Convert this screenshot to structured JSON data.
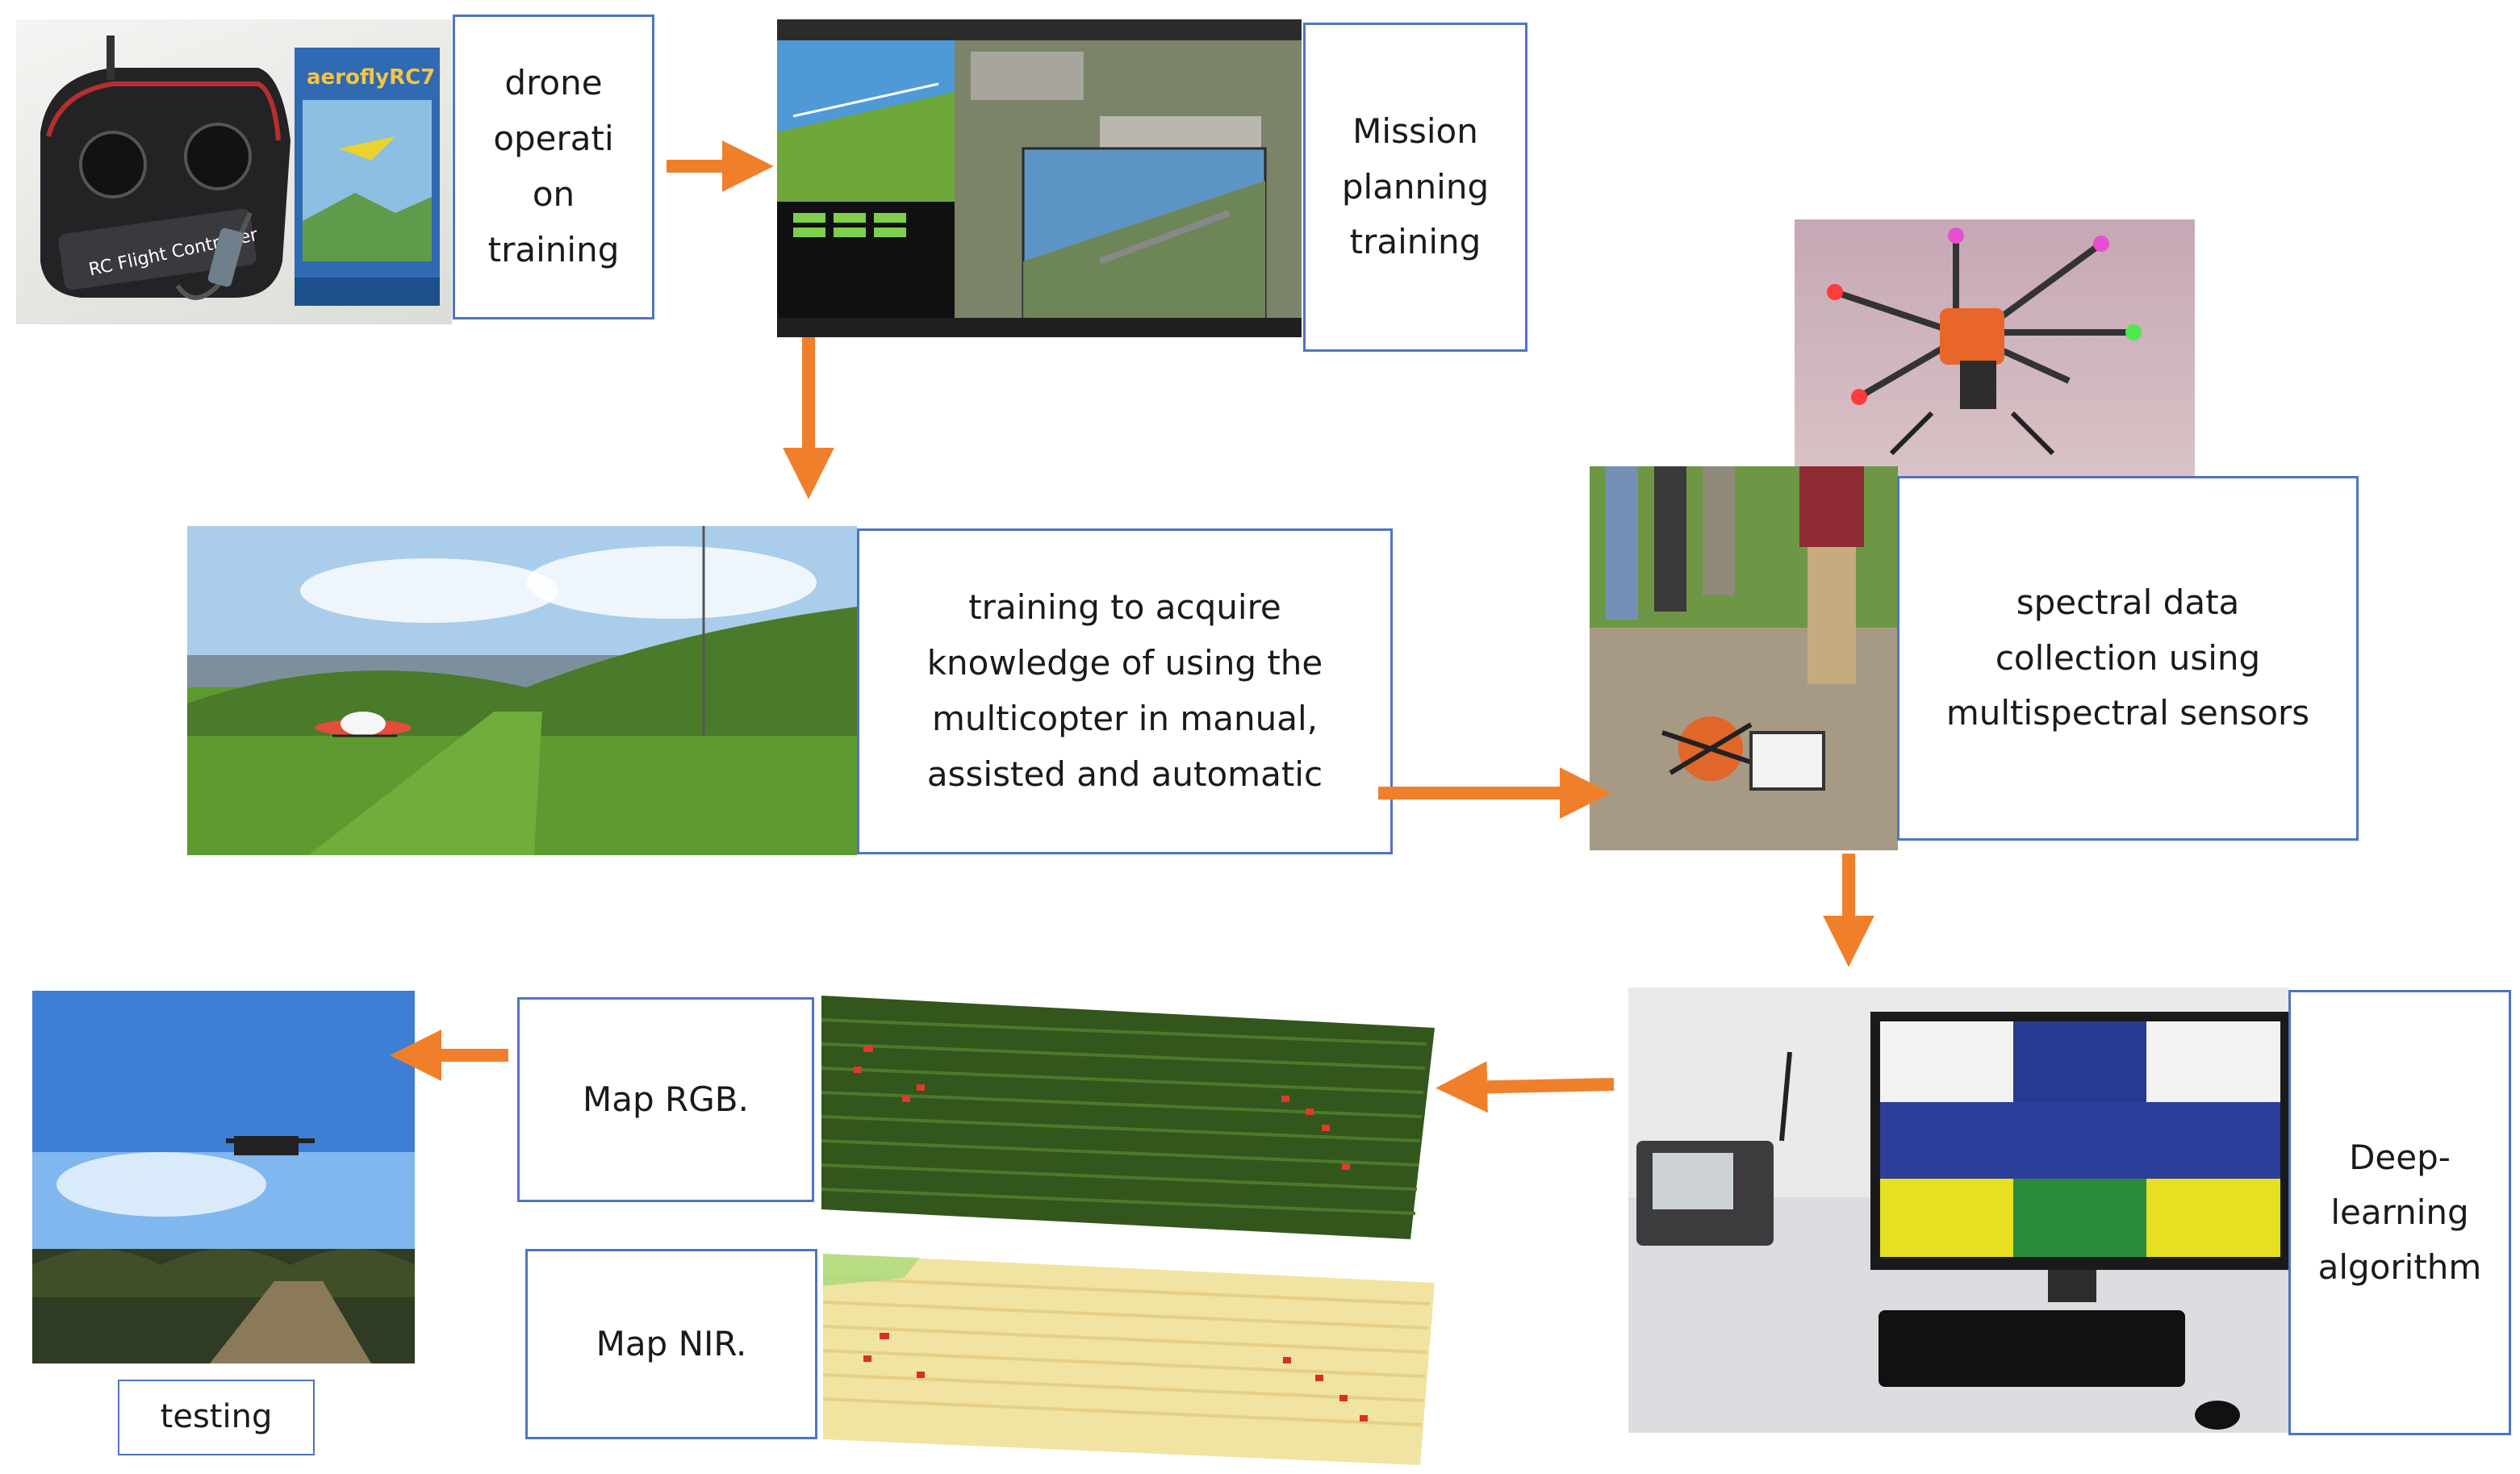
{
  "stages": {
    "drone_operation": {
      "label": "drone\noperati\non\ntraining"
    },
    "mission_planning": {
      "label": "Mission\nplanning\ntraining"
    },
    "multicopter_training": {
      "label": "training to acquire\nknowledge of using the\nmulticopter in manual,\nassisted and automatic"
    },
    "spectral_collection": {
      "label": "spectral data\ncollection using\nmultispectral sensors"
    },
    "deep_learning": {
      "label": "Deep-\nlearning\nalgorithm"
    },
    "map_rgb": {
      "label": "Map RGB."
    },
    "map_nir": {
      "label": "Map NIR."
    },
    "testing": {
      "label": "testing"
    }
  },
  "simulator_box_text": "aeroflyRC7",
  "controller_text": "RC Flight Controller",
  "colors": {
    "box_border": "#4f74c4",
    "arrow": "#f07f2c"
  }
}
